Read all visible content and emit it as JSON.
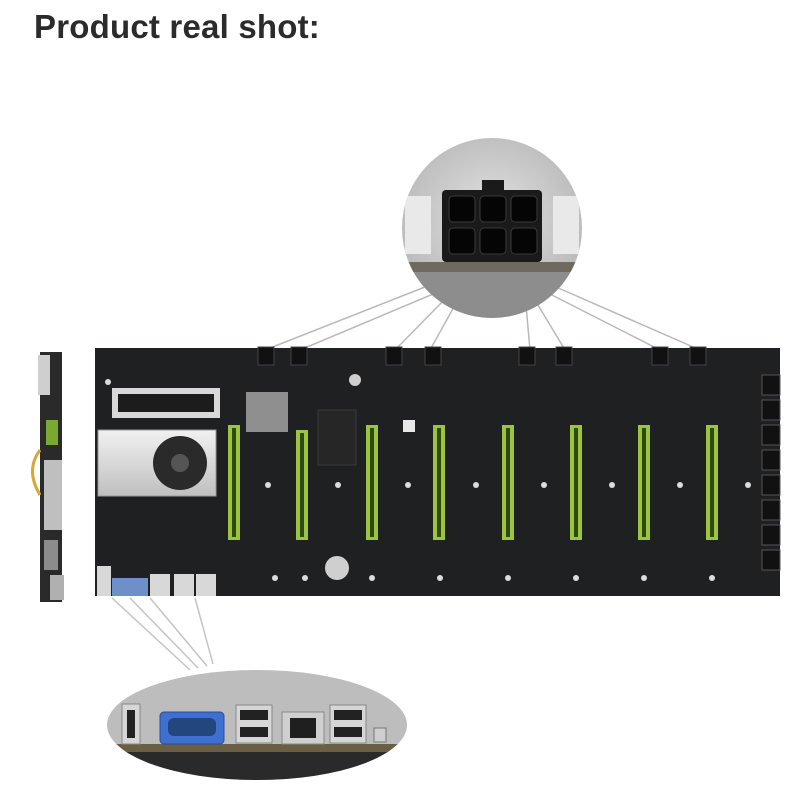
{
  "heading": {
    "text": "Product real shot:"
  },
  "colors": {
    "board": "#1f2022",
    "slot": "#9bc53d",
    "slot_dark": "#2e4a12",
    "zoom_bg": "#bdbdbd",
    "heading": "#2b2b2b"
  },
  "scene": {
    "pcie_slot_count": 8,
    "power_connector_count": 8,
    "rear_io_ports": [
      "usb-2",
      "vga",
      "usb-2",
      "ethernet",
      "usb-2",
      "power-button"
    ]
  }
}
